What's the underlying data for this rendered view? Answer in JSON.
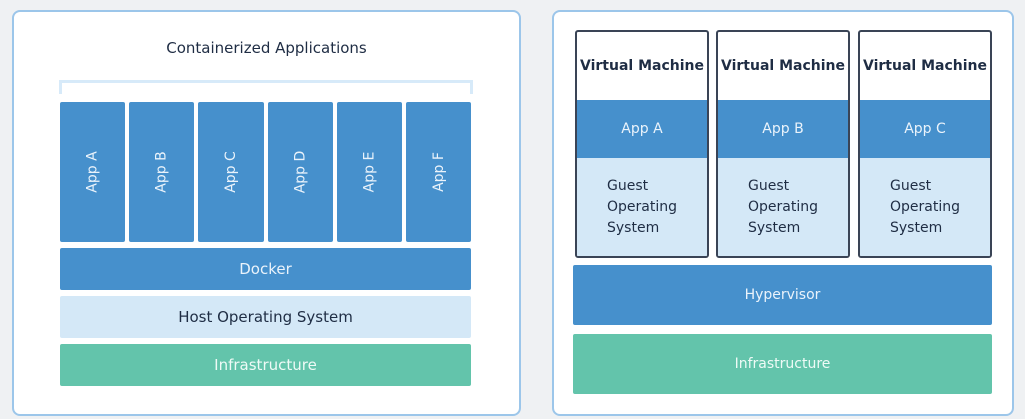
{
  "containers": {
    "title": "Containerized Applications",
    "apps": [
      "App A",
      "App B",
      "App C",
      "App D",
      "App E",
      "App F"
    ],
    "docker": "Docker",
    "host_os": "Host Operating System",
    "infrastructure": "Infrastructure"
  },
  "vms": {
    "machines": [
      {
        "title": "Virtual Machine",
        "app": "App A",
        "guest_os": "Guest\nOperating\nSystem"
      },
      {
        "title": "Virtual Machine",
        "app": "App B",
        "guest_os": "Guest\nOperating\nSystem"
      },
      {
        "title": "Virtual Machine",
        "app": "App C",
        "guest_os": "Guest\nOperating\nSystem"
      }
    ],
    "hypervisor": "Hypervisor",
    "infrastructure": "Infrastructure"
  },
  "colors": {
    "app_blue": "#4690cc",
    "light_blue": "#d4e8f7",
    "infrastructure_green": "#63c4ab",
    "border": "#9cc6ea"
  }
}
